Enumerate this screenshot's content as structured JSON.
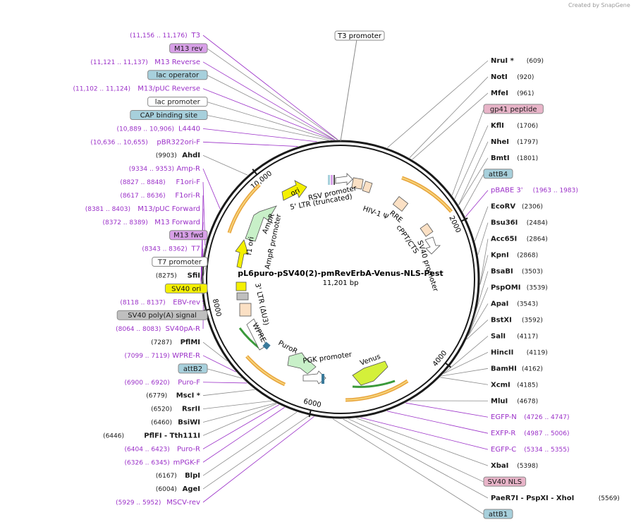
{
  "credit": "Created by SnapGene",
  "plasmid": {
    "name": "pL6puro-pSV40(2)-pmRevErbA-Venus-NLS-Pest",
    "length_label": "11,201 bp",
    "total_bp": 11201
  },
  "colors": {
    "enzyme": "#1a1a1a",
    "primer": "#9b30c8",
    "line": "#8a8a8a",
    "backbone": "#1a1a1a",
    "orf": "#e8a33a",
    "orf_fill": "#f6d37a",
    "green_arrow": "#3a9a3a",
    "purple_box": "#d8a0e8",
    "blue_box": "#a7d0dc",
    "pink_box": "#e8b4c8",
    "yellow_box": "#f4f000",
    "gray_box": "#bfbfbf"
  },
  "ticks": [
    {
      "bp": 2000,
      "label": "2000"
    },
    {
      "bp": 4000,
      "label": "4000"
    },
    {
      "bp": 6000,
      "label": "6000"
    },
    {
      "bp": 8000,
      "label": "8000"
    },
    {
      "bp": 10000,
      "label": "10,000"
    }
  ],
  "left_labels": [
    {
      "bp": 11166,
      "name": "T3",
      "pos": "(11,156 .. 11,176)",
      "kind": "primer"
    },
    {
      "bp": 11160,
      "name": "M13 rev",
      "pos": "",
      "kind": "box-purple"
    },
    {
      "bp": 11129,
      "name": "M13 Reverse",
      "pos": "(11,121 .. 11,137)",
      "kind": "primer"
    },
    {
      "bp": 11125,
      "name": "lac operator",
      "pos": "",
      "kind": "box-blue"
    },
    {
      "bp": 11113,
      "name": "M13/pUC Reverse",
      "pos": "(11,102 .. 11,124)",
      "kind": "primer"
    },
    {
      "bp": 11090,
      "name": "lac promoter",
      "pos": "",
      "kind": "box-white"
    },
    {
      "bp": 11050,
      "name": "CAP binding site",
      "pos": "",
      "kind": "box-blue"
    },
    {
      "bp": 10898,
      "name": "L4440",
      "pos": "(10,889 .. 10,906)",
      "kind": "primer"
    },
    {
      "bp": 10645,
      "name": "pBR322ori-F",
      "pos": "(10,636 .. 10,655)",
      "kind": "primer"
    },
    {
      "bp": 9903,
      "name": "AhdI",
      "pos": "(9903)",
      "kind": "enzyme-left"
    },
    {
      "bp": 9344,
      "name": "Amp-R",
      "pos": "(9334 .. 9353)",
      "kind": "primer"
    },
    {
      "bp": 8838,
      "name": "F1ori-F",
      "pos": "(8827 .. 8848)",
      "kind": "primer"
    },
    {
      "bp": 8627,
      "name": "F1ori-R",
      "pos": "(8617 .. 8636)",
      "kind": "primer"
    },
    {
      "bp": 8392,
      "name": "M13/pUC Forward",
      "pos": "(8381 .. 8403)",
      "kind": "primer"
    },
    {
      "bp": 8381,
      "name": "M13 Forward",
      "pos": "(8372 .. 8389)",
      "kind": "primer"
    },
    {
      "bp": 8376,
      "name": "M13 fwd",
      "pos": "",
      "kind": "box-purple"
    },
    {
      "bp": 8353,
      "name": "T7",
      "pos": "(8343 .. 8362)",
      "kind": "primer"
    },
    {
      "bp": 8340,
      "name": "T7 promoter",
      "pos": "",
      "kind": "box-white"
    },
    {
      "bp": 8275,
      "name": "SfiI",
      "pos": "(8275)",
      "kind": "enzyme-left"
    },
    {
      "bp": 8200,
      "name": "SV40 ori",
      "pos": "",
      "kind": "box-yellow"
    },
    {
      "bp": 8128,
      "name": "EBV-rev",
      "pos": "(8118 .. 8137)",
      "kind": "primer"
    },
    {
      "bp": 8100,
      "name": "SV40 poly(A) signal",
      "pos": "",
      "kind": "box-gray"
    },
    {
      "bp": 8074,
      "name": "SV40pA-R",
      "pos": "(8064 .. 8083)",
      "kind": "primer"
    },
    {
      "bp": 7287,
      "name": "PflMI",
      "pos": "(7287)",
      "kind": "enzyme-left"
    },
    {
      "bp": 7109,
      "name": "WPRE-R",
      "pos": "(7099 .. 7119)",
      "kind": "primer"
    },
    {
      "bp": 7000,
      "name": "attB2",
      "pos": "",
      "kind": "box-blue"
    },
    {
      "bp": 6910,
      "name": "Puro-F",
      "pos": "(6900 .. 6920)",
      "kind": "primer"
    },
    {
      "bp": 6779,
      "name": "MscI *",
      "pos": "(6779)",
      "kind": "enzyme-left"
    },
    {
      "bp": 6520,
      "name": "RsrII",
      "pos": "(6520)",
      "kind": "enzyme-left"
    },
    {
      "bp": 6460,
      "name": "BsiWI",
      "pos": "(6460)",
      "kind": "enzyme-left"
    },
    {
      "bp": 6446,
      "name": "PflFI - Tth111I",
      "pos": "(6446)",
      "kind": "enzyme-left"
    },
    {
      "bp": 6414,
      "name": "Puro-R",
      "pos": "(6404 .. 6423)",
      "kind": "primer"
    },
    {
      "bp": 6336,
      "name": "mPGK-F",
      "pos": "(6326 .. 6345)",
      "kind": "primer"
    },
    {
      "bp": 6167,
      "name": "BlpI",
      "pos": "(6167)",
      "kind": "enzyme-left"
    },
    {
      "bp": 6004,
      "name": "AgeI",
      "pos": "(6004)",
      "kind": "enzyme-left"
    },
    {
      "bp": 5941,
      "name": "MSCV-rev",
      "pos": "(5929 .. 5952)",
      "kind": "primer"
    }
  ],
  "right_labels": [
    {
      "bp": 609,
      "name": "NruI *",
      "pos": "(609)",
      "kind": "enzyme"
    },
    {
      "bp": 920,
      "name": "NotI",
      "pos": "(920)",
      "kind": "enzyme"
    },
    {
      "bp": 961,
      "name": "MfeI",
      "pos": "(961)",
      "kind": "enzyme"
    },
    {
      "bp": 1650,
      "name": "gp41 peptide",
      "pos": "",
      "kind": "box-pink"
    },
    {
      "bp": 1706,
      "name": "KflI",
      "pos": "(1706)",
      "kind": "enzyme"
    },
    {
      "bp": 1797,
      "name": "NheI",
      "pos": "(1797)",
      "kind": "enzyme"
    },
    {
      "bp": 1801,
      "name": "BmtI",
      "pos": "(1801)",
      "kind": "enzyme"
    },
    {
      "bp": 1900,
      "name": "attB4",
      "pos": "",
      "kind": "box-blue"
    },
    {
      "bp": 1973,
      "name": "pBABE 3'",
      "pos": "(1963 .. 1983)",
      "kind": "primer"
    },
    {
      "bp": 2306,
      "name": "EcoRV",
      "pos": "(2306)",
      "kind": "enzyme"
    },
    {
      "bp": 2484,
      "name": "Bsu36I",
      "pos": "(2484)",
      "kind": "enzyme"
    },
    {
      "bp": 2864,
      "name": "Acc65I",
      "pos": "(2864)",
      "kind": "enzyme"
    },
    {
      "bp": 2868,
      "name": "KpnI",
      "pos": "(2868)",
      "kind": "enzyme"
    },
    {
      "bp": 3503,
      "name": "BsaBI",
      "pos": "(3503)",
      "kind": "enzyme"
    },
    {
      "bp": 3539,
      "name": "PspOMI",
      "pos": "(3539)",
      "kind": "enzyme"
    },
    {
      "bp": 3543,
      "name": "ApaI",
      "pos": "(3543)",
      "kind": "enzyme"
    },
    {
      "bp": 3592,
      "name": "BstXI",
      "pos": "(3592)",
      "kind": "enzyme"
    },
    {
      "bp": 4117,
      "name": "SalI",
      "pos": "(4117)",
      "kind": "enzyme"
    },
    {
      "bp": 4119,
      "name": "HincII",
      "pos": "(4119)",
      "kind": "enzyme"
    },
    {
      "bp": 4162,
      "name": "BamHI",
      "pos": "(4162)",
      "kind": "enzyme"
    },
    {
      "bp": 4185,
      "name": "XcmI",
      "pos": "(4185)",
      "kind": "enzyme"
    },
    {
      "bp": 4678,
      "name": "MluI",
      "pos": "(4678)",
      "kind": "enzyme"
    },
    {
      "bp": 4736,
      "name": "EGFP-N",
      "pos": "(4726 .. 4747)",
      "kind": "primer"
    },
    {
      "bp": 4996,
      "name": "EXFP-R",
      "pos": "(4987 .. 5006)",
      "kind": "primer"
    },
    {
      "bp": 5344,
      "name": "EGFP-C",
      "pos": "(5334 .. 5355)",
      "kind": "primer"
    },
    {
      "bp": 5398,
      "name": "XbaI",
      "pos": "(5398)",
      "kind": "enzyme"
    },
    {
      "bp": 5500,
      "name": "SV40 NLS",
      "pos": "",
      "kind": "box-pink"
    },
    {
      "bp": 5569,
      "name": "PaeR7I - PspXI - XhoI",
      "pos": "(5569)",
      "kind": "enzyme"
    },
    {
      "bp": 5700,
      "name": "attB1",
      "pos": "",
      "kind": "box-blue"
    }
  ],
  "top_labels": [
    {
      "name": "T3 promoter"
    }
  ],
  "inner_features": [
    {
      "name": "ori",
      "kind": "yellow-arrow"
    },
    {
      "name": "RSV promoter",
      "kind": "text"
    },
    {
      "name": "5' LTR (truncated)",
      "kind": "text"
    },
    {
      "name": "HIV-1 Ψ",
      "kind": "text"
    },
    {
      "name": "RRE",
      "kind": "text"
    },
    {
      "name": "cPPT/CTS",
      "kind": "text"
    },
    {
      "name": "SV40 promoter",
      "kind": "text"
    },
    {
      "name": "AmpR",
      "kind": "green-arrow"
    },
    {
      "name": "AmpR promoter",
      "kind": "text"
    },
    {
      "name": "f1 ori",
      "kind": "text"
    },
    {
      "name": "3' LTR (ΔU3)",
      "kind": "text"
    },
    {
      "name": "WPRE",
      "kind": "text"
    },
    {
      "name": "PuroR",
      "kind": "green-arrow"
    },
    {
      "name": "PGK promoter",
      "kind": "text"
    },
    {
      "name": "Venus",
      "kind": "yellow-arrow"
    }
  ]
}
